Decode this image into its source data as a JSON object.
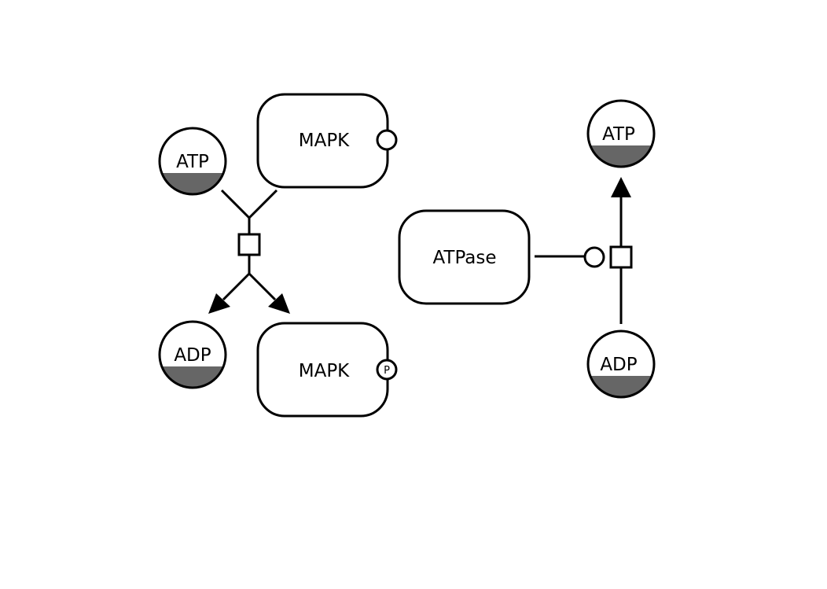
{
  "colors": {
    "background": "#ffffff",
    "stroke": "#000000",
    "clone_marker": "#666666"
  },
  "left_reaction": {
    "inputs": {
      "atp": {
        "label": "ATP"
      },
      "mapk": {
        "label": "MAPK",
        "state_variable": ""
      }
    },
    "outputs": {
      "adp": {
        "label": "ADP"
      },
      "mapk_p": {
        "label": "MAPK",
        "state_variable": "P"
      }
    }
  },
  "right_reaction": {
    "catalyst": {
      "label": "ATPase"
    },
    "input": {
      "label": "ADP"
    },
    "output": {
      "label": "ATP"
    }
  }
}
